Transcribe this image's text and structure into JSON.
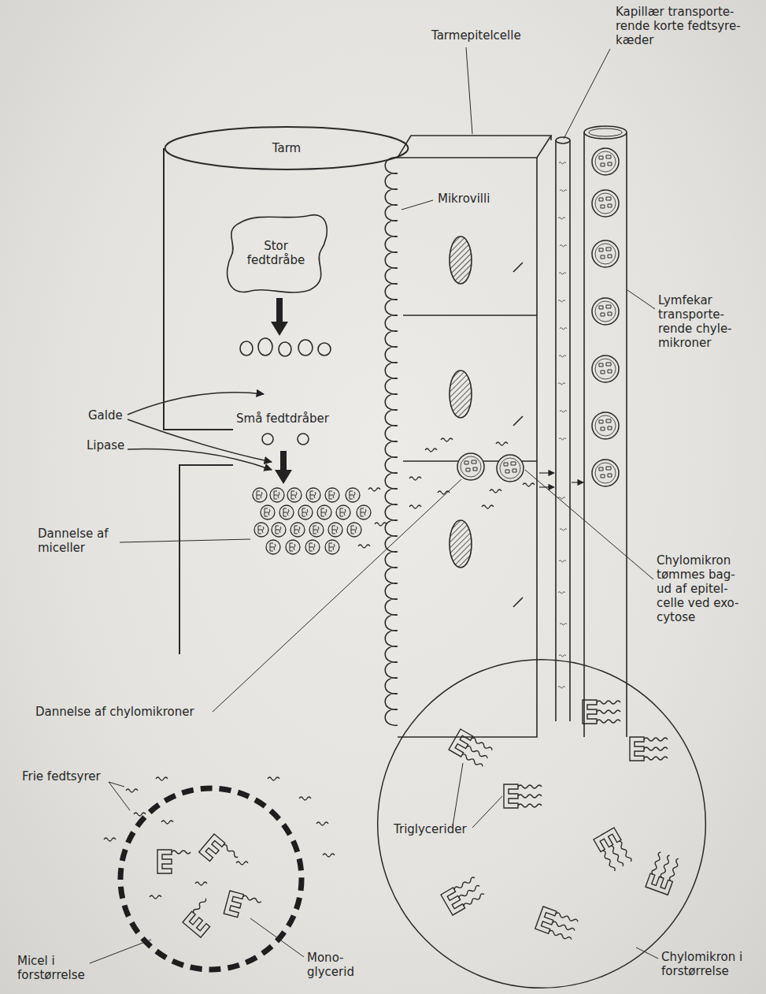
{
  "diagram": {
    "nodes": [
      {
        "text": [
          "Tarm"
        ]
      },
      {
        "text": [
          "Stor fedtdråbe"
        ]
      },
      {
        "text": [
          "Triglycerider"
        ]
      }
    ],
    "labels": [
      "Tarmepitelcelle",
      "Kapillær transporte- rende korte fedtsyre- kæder",
      "Mikrovilli",
      "Lymfekar transporte- rende chyle- mikroner",
      "Galde",
      "Lipase",
      "Små fedtdråber",
      "Dannelse af miceller",
      "Chylomikron tømmes bag- ud af epitel- celle ved exo- cytose",
      "Dannelse af chylomikroner",
      "Frie fedtsyrer",
      "Micel i forstørrelse",
      "Mono- glycerid",
      "Chylomikron i forstørrelse"
    ]
  }
}
